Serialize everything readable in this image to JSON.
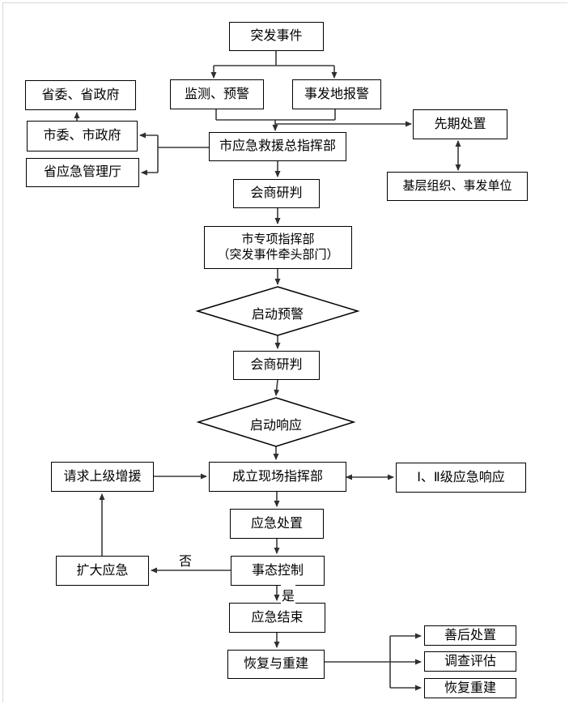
{
  "page": {
    "background": "#ffffff",
    "line_color": "#3a3a3a",
    "box_border_color": "#000000",
    "text_color": "#000000"
  },
  "nodes": {
    "emergency_event": {
      "label": "突发事件"
    },
    "monitoring_warning": {
      "label": "监测、预警"
    },
    "incident_site_alarm": {
      "label": "事发地报警"
    },
    "provincial_committee_government": {
      "label": "省委、省政府"
    },
    "municipal_committee_government": {
      "label": "市委、市政府"
    },
    "provincial_emergency_dept": {
      "label": "省应急管理厅"
    },
    "municipal_rescue_headquarters": {
      "label": "市应急救援总指挥部"
    },
    "initial_disposal": {
      "label": "先期处置"
    },
    "grassroots_units": {
      "label": "基层组织、事发单位"
    },
    "consultation_1": {
      "label": "会商研判"
    },
    "special_headquarters": {
      "label": "市专项指挥部",
      "label2": "（突发事件牵头部门）"
    },
    "activate_warning": {
      "label": "启动预警"
    },
    "consultation_2": {
      "label": "会商研判"
    },
    "activate_response": {
      "label": "启动响应"
    },
    "request_reinforcement": {
      "label": "请求上级增援"
    },
    "onsite_headquarters": {
      "label": "成立现场指挥部"
    },
    "level_response": {
      "label": "Ⅰ、Ⅱ级应急响应"
    },
    "emergency_disposal": {
      "label": "应急处置"
    },
    "expand_emergency": {
      "label": "扩大应急"
    },
    "situation_control": {
      "label": "事态控制"
    },
    "emergency_end": {
      "label": "应急结束"
    },
    "recovery_reconstruction": {
      "label": "恢复与重建"
    },
    "aftermath_disposal": {
      "label": "善后处置"
    },
    "investigation_evaluation": {
      "label": "调查评估"
    },
    "restore_rebuild": {
      "label": "恢复重建"
    }
  },
  "edge_labels": {
    "no": "否",
    "yes": "是"
  }
}
